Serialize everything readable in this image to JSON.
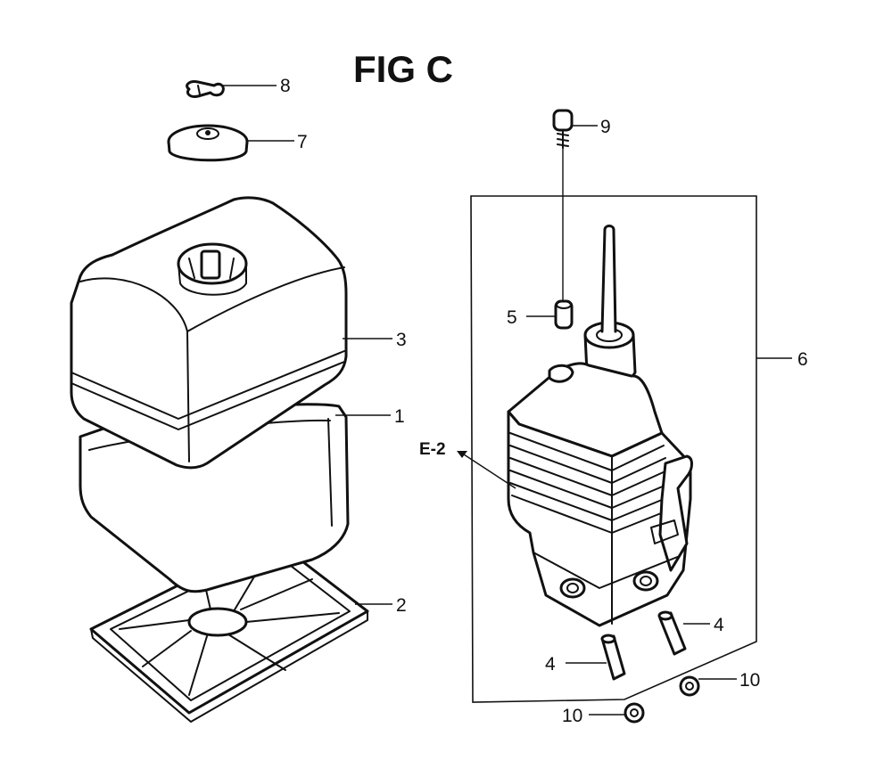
{
  "figure": {
    "title": "FIG C",
    "reference": "E-2",
    "callouts": {
      "p1": "1",
      "p2": "2",
      "p3": "3",
      "p4a": "4",
      "p4b": "4",
      "p5": "5",
      "p6": "6",
      "p7": "7",
      "p8": "8",
      "p9": "9",
      "p10a": "10",
      "p10b": "10"
    }
  }
}
